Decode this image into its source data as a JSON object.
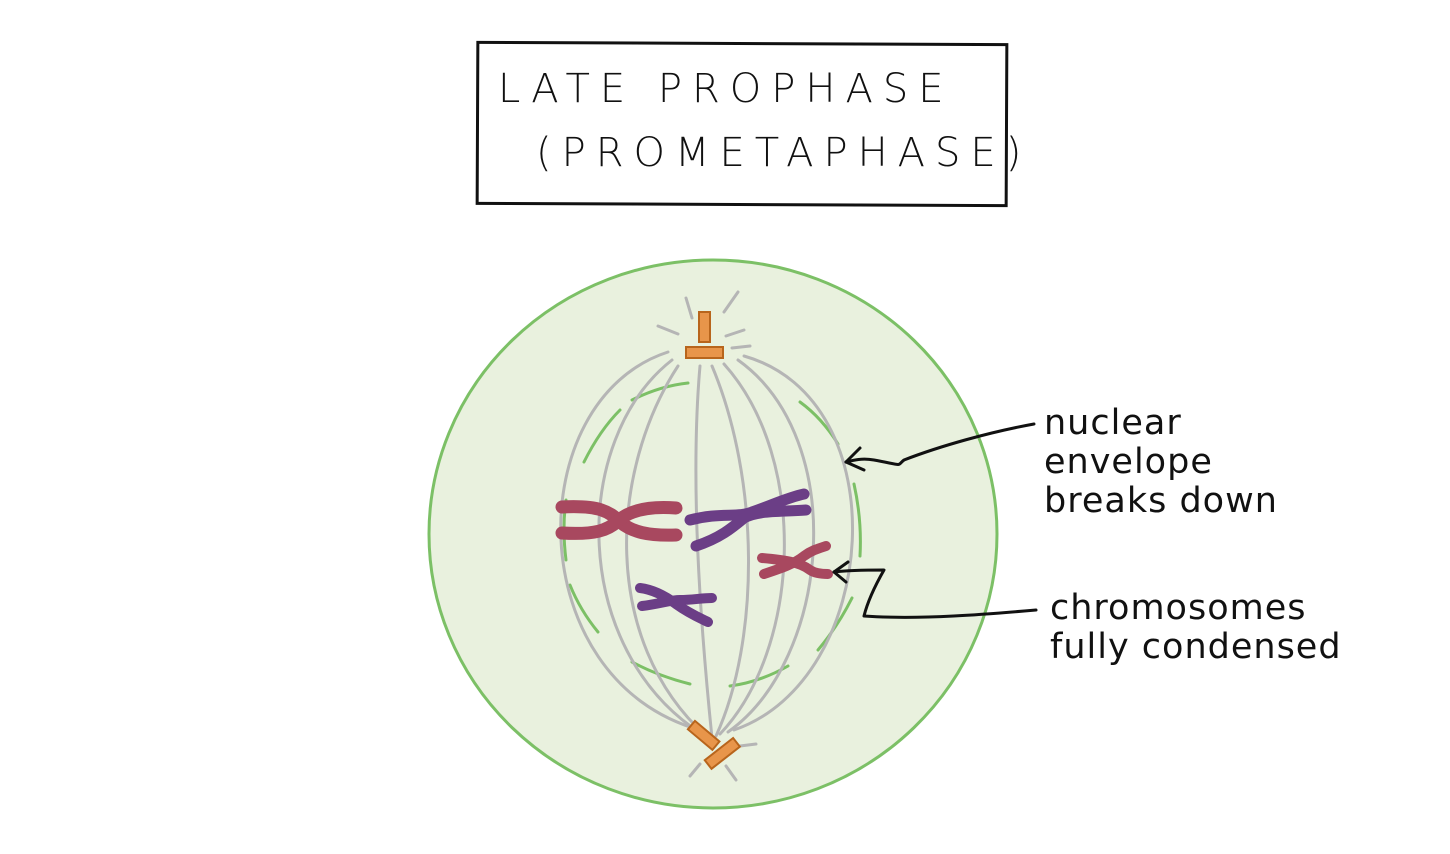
{
  "title": {
    "line1": "LATE PROPHASE",
    "line2": "(PROMETAPHASE)"
  },
  "annotations": {
    "nuclear_envelope": [
      "nuclear",
      "envelope",
      "breaks down"
    ],
    "chromosomes": [
      "chromosomes",
      "fully condensed"
    ]
  },
  "colors": {
    "cell_fill": "#e9f1de",
    "cell_border": "#7cc066",
    "nuclear_envelope": "#7cc066",
    "spindle": "#b5b5b5",
    "centrosome_fill": "#e8954a",
    "centrosome_stroke": "#b8651c",
    "chromosome_red": "#a8485f",
    "chromosome_purple": "#6b3e86",
    "ink": "#111111"
  }
}
